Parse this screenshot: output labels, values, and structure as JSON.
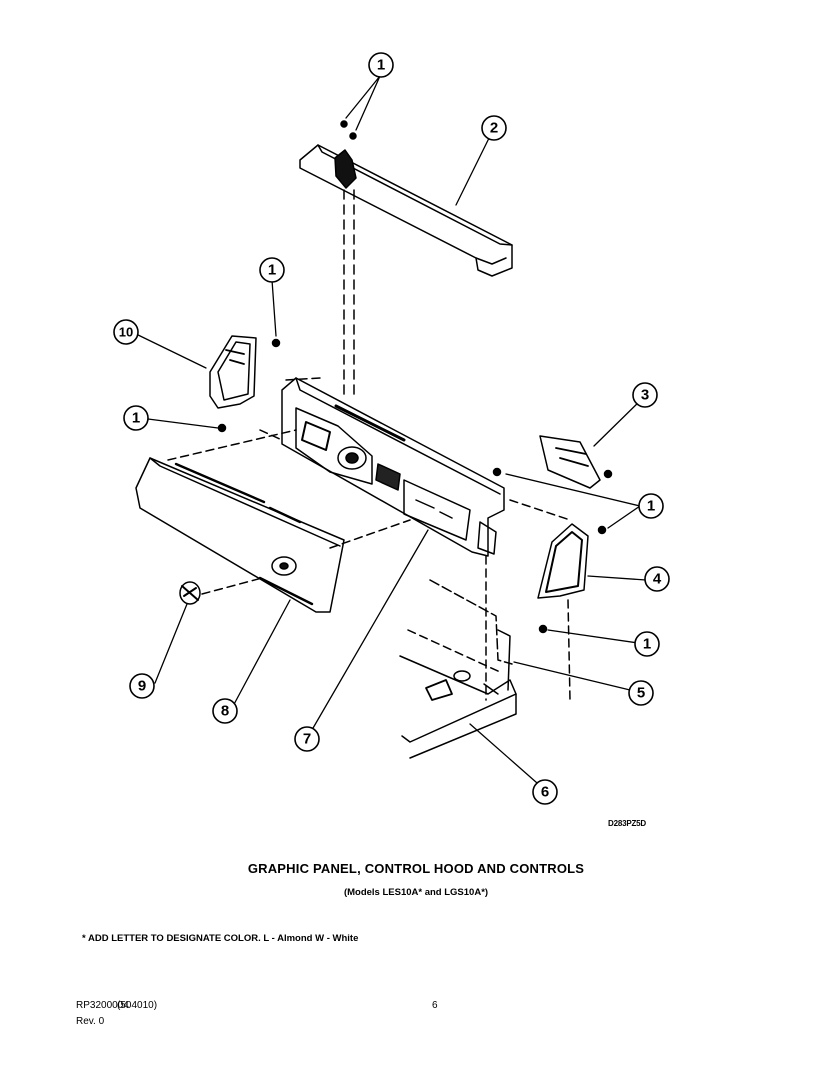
{
  "diagram": {
    "drawing_code": "D283PZ5D",
    "title": "GRAPHIC PANEL, CONTROL HOOD AND CONTROLS",
    "subtitle": "(Models LES10A* and LGS10A*)",
    "note": "* ADD LETTER TO DESIGNATE COLOR.  L - Almond  W - White",
    "callouts": [
      "1",
      "2",
      "1",
      "10",
      "1",
      "3",
      "1",
      "4",
      "1",
      "5",
      "9",
      "8",
      "7",
      "6"
    ]
  },
  "footer": {
    "doc_number": "RP3200004",
    "doc_code": "(504010)",
    "page_number": "6",
    "revision": "Rev. 0"
  }
}
